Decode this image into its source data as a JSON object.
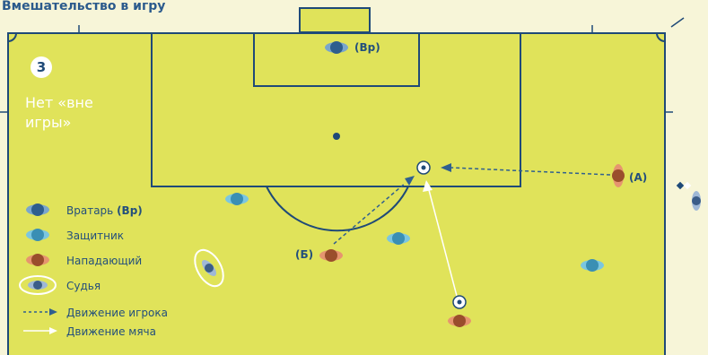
{
  "title": "Вмешательство в игру",
  "step_number": "3",
  "note": "Нет «вне игры»",
  "labels": {
    "goalkeeper": "(Вр)",
    "attacker_a": "(А)",
    "attacker_b": "(Б)"
  },
  "legend": {
    "goalkeeper_text": "Вратарь ",
    "goalkeeper_code": "(Вр)",
    "defender": "Защитник",
    "attacker": "Нападающий",
    "referee": "Судья",
    "player_move": "Движение игрока",
    "ball_move": "Движение мяча"
  },
  "colors": {
    "pitch": "#e0e35a",
    "lines": "#1f4a78",
    "background": "#f7f5d8",
    "goalkeeper": "#3b6fa0",
    "defender": "#3fa0c4",
    "attacker": "#c9683f",
    "referee": "#3b5d88",
    "white": "#ffffff"
  }
}
